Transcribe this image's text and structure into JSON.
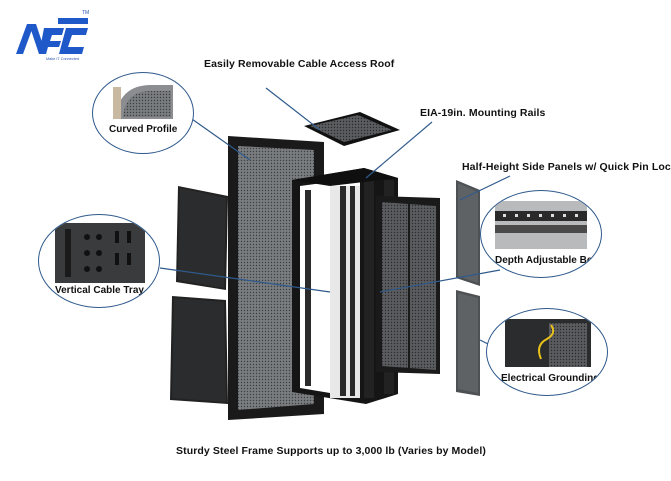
{
  "brand": {
    "tagline": "Make IT Connected",
    "trademark": "TM",
    "color": "#1f58c9"
  },
  "labels": {
    "roof": "Easily Removable Cable Access Roof",
    "rails": "EIA-19in. Mounting Rails",
    "side_panels": "Half-Height Side Panels w/ Quick Pin Lock",
    "frame": "Sturdy Steel Frame Supports up to 3,000 lb (Varies by Model)"
  },
  "callouts": {
    "curved_profile": "Curved Profile",
    "cable_tray": "Vertical Cable Tray",
    "depth_beam": "Depth Adjustable Beam",
    "grounding": "Electrical Grounding"
  },
  "colors": {
    "line": "#2f5a8c",
    "rack_black": "#1c1c1c",
    "mesh": "#6b6e71",
    "panel_gray": "#55585b"
  }
}
